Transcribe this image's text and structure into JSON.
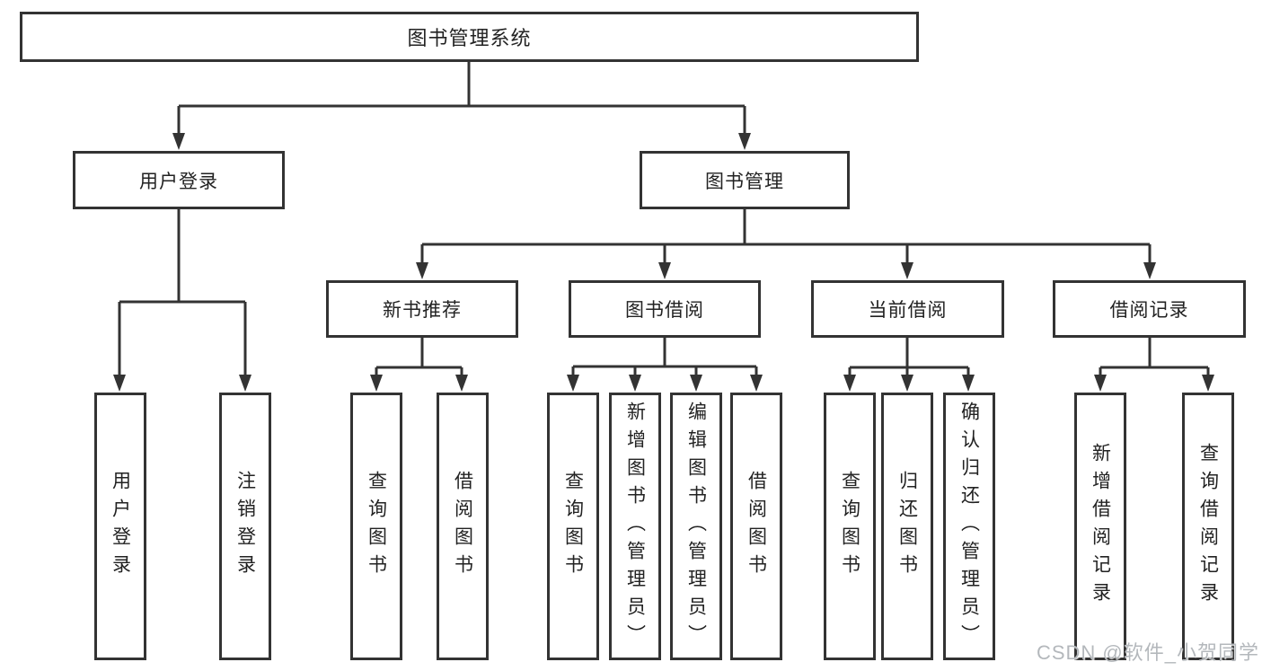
{
  "colors": {
    "line": "#333333",
    "box_border": "#333333",
    "box_fill": "#ffffff",
    "text": "#222222",
    "watermark": "#b4b8bc"
  },
  "tree": {
    "root": "图书管理系统",
    "children": [
      {
        "label": "用户登录",
        "children": [
          "用户登录",
          "注销登录"
        ]
      },
      {
        "label": "图书管理",
        "children": [
          {
            "label": "新书推荐",
            "children": [
              "查询图书",
              "借阅图书"
            ]
          },
          {
            "label": "图书借阅",
            "children": [
              "查询图书",
              "新增图书（管理员）",
              "编辑图书（管理员）",
              "借阅图书"
            ]
          },
          {
            "label": "当前借阅",
            "children": [
              "查询图书",
              "归还图书",
              "确认归还（管理员）"
            ]
          },
          {
            "label": "借阅记录",
            "children": [
              "新增借阅记录",
              "查询借阅记录"
            ]
          }
        ]
      }
    ]
  },
  "watermark": {
    "text": "CSDN @软件_小贺同学"
  }
}
